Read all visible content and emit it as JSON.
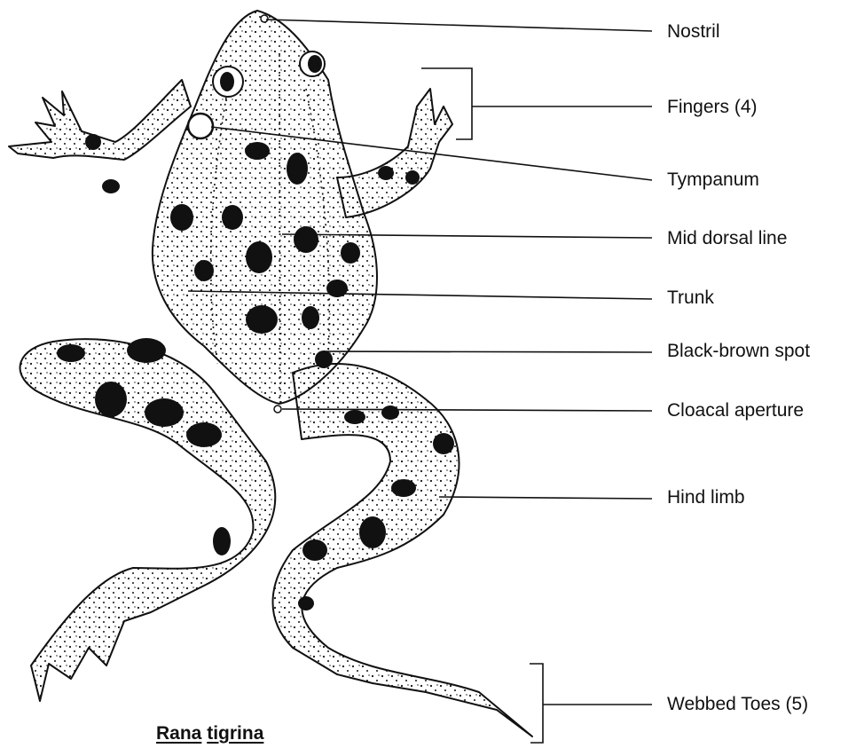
{
  "diagram": {
    "labels": [
      {
        "id": "nostril",
        "text": "Nostril"
      },
      {
        "id": "fingers",
        "text": "Fingers (4)"
      },
      {
        "id": "tympanum",
        "text": "Tympanum"
      },
      {
        "id": "mid_dorsal_line",
        "text": "Mid dorsal line"
      },
      {
        "id": "trunk",
        "text": "Trunk"
      },
      {
        "id": "black_brown_spot",
        "text": "Black-brown spot"
      },
      {
        "id": "cloacal_aperture",
        "text": "Cloacal aperture"
      },
      {
        "id": "hind_limb",
        "text": "Hind limb"
      },
      {
        "id": "webbed_toes",
        "text": "Webbed Toes (5)"
      }
    ],
    "caption": {
      "genus": "Rana",
      "species": "tigrina"
    }
  },
  "colors": {
    "ink": "#111111",
    "background": "#ffffff"
  }
}
